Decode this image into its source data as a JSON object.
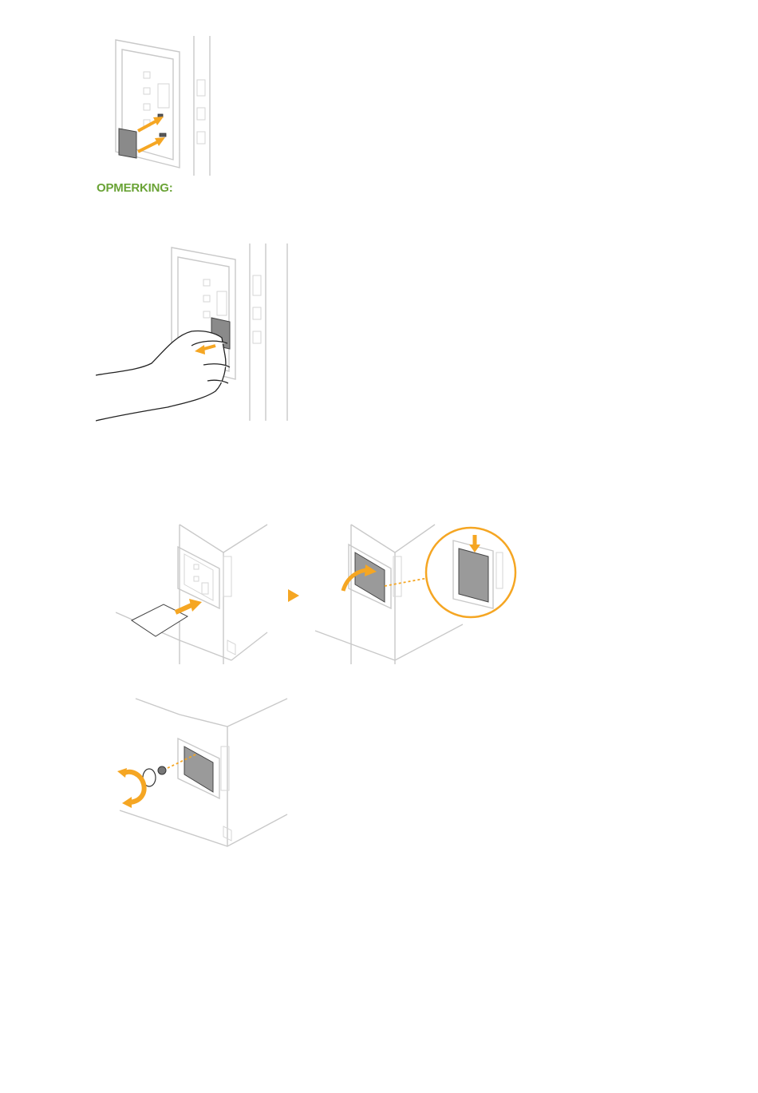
{
  "note": {
    "label": "OPMERKING:",
    "color": "#6aa336"
  },
  "colors": {
    "accent": "#f5a623",
    "outline": "#c9c9c9"
  },
  "figures": [
    {
      "name": "insert-card-illustration",
      "icon": "sd-card-insert-icon"
    },
    {
      "name": "remove-card-illustration",
      "icon": "hand-pull-icon"
    },
    {
      "name": "attach-cover-illustration",
      "icon": "cover-attach-icon"
    },
    {
      "name": "close-cover-illustration",
      "icon": "cover-close-zoom-icon"
    },
    {
      "name": "tighten-screw-illustration",
      "icon": "screw-rotate-icon"
    }
  ]
}
